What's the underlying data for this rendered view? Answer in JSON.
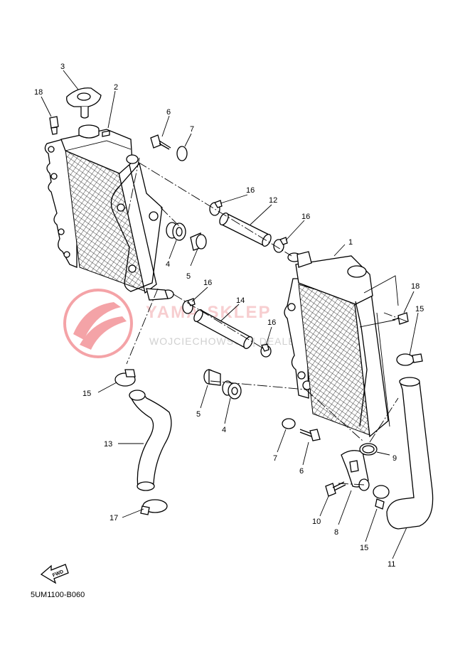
{
  "diagram_code": "5UM1100-B060",
  "watermark": {
    "title": "YAMA-SKLEP",
    "subtitle": "WOJCIECHOWSCY | DEALER YAMAHA",
    "color": "#e8343d"
  },
  "fwd_label": "FWD",
  "callouts": [
    {
      "id": "c1",
      "label": "1"
    },
    {
      "id": "c2",
      "label": "2"
    },
    {
      "id": "c3",
      "label": "3"
    },
    {
      "id": "c4a",
      "label": "4"
    },
    {
      "id": "c4b",
      "label": "4"
    },
    {
      "id": "c5a",
      "label": "5"
    },
    {
      "id": "c5b",
      "label": "5"
    },
    {
      "id": "c6a",
      "label": "6"
    },
    {
      "id": "c6b",
      "label": "6"
    },
    {
      "id": "c7a",
      "label": "7"
    },
    {
      "id": "c7b",
      "label": "7"
    },
    {
      "id": "c8",
      "label": "8"
    },
    {
      "id": "c9",
      "label": "9"
    },
    {
      "id": "c10",
      "label": "10"
    },
    {
      "id": "c11",
      "label": "11"
    },
    {
      "id": "c12",
      "label": "12"
    },
    {
      "id": "c13",
      "label": "13"
    },
    {
      "id": "c14",
      "label": "14"
    },
    {
      "id": "c15a",
      "label": "15"
    },
    {
      "id": "c15b",
      "label": "15"
    },
    {
      "id": "c15c",
      "label": "15"
    },
    {
      "id": "c16a",
      "label": "16"
    },
    {
      "id": "c16b",
      "label": "16"
    },
    {
      "id": "c16c",
      "label": "16"
    },
    {
      "id": "c16d",
      "label": "16"
    },
    {
      "id": "c17",
      "label": "17"
    },
    {
      "id": "c18a",
      "label": "18"
    },
    {
      "id": "c18b",
      "label": "18"
    }
  ]
}
